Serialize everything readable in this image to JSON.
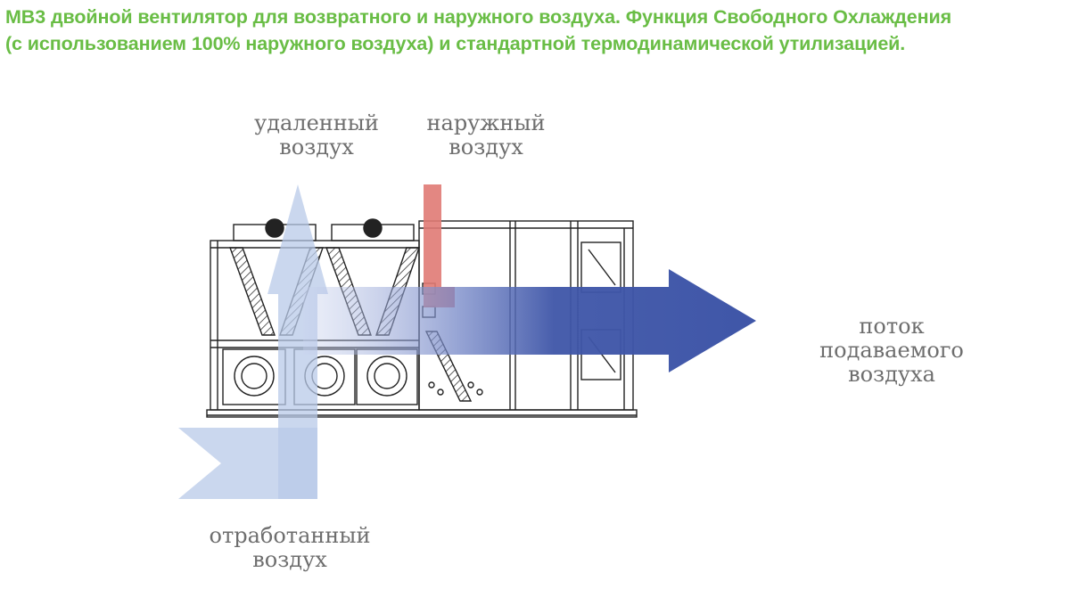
{
  "title": {
    "line1": "MB3 двойной вентилятор для возвратного и наружного воздуха. Функция Свободного Охлаждения",
    "line2": "(с использованием 100% наружного воздуха) и стандартной термодинамической утилизацией."
  },
  "labels": {
    "exhaust_air": [
      "удаленный",
      "воздух"
    ],
    "outdoor_air": [
      "наружный",
      "воздух"
    ],
    "supply_air": [
      "поток",
      "подаваемого",
      "воздуха"
    ],
    "return_air": [
      "отработанный",
      "воздух"
    ]
  },
  "colors": {
    "title": "#69bd45",
    "label": "#6e6e6e",
    "exhaust_arrow": "#b8c9e8",
    "outdoor_arrow": "#e07a74",
    "supply_arrow": "#3f56a8",
    "unit_line": "#222222"
  }
}
